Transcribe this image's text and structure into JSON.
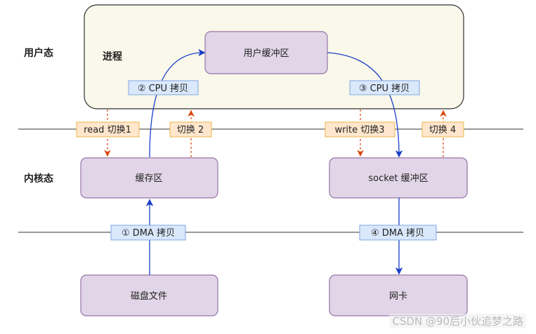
{
  "zones": {
    "user_mode": "用户态",
    "kernel_mode": "内核态",
    "process": "进程"
  },
  "boxes": {
    "user_buffer": "用户缓冲区",
    "page_cache": "缓存区",
    "socket_buffer": "socket 缓冲区",
    "disk_file": "磁盘文件",
    "nic": "网卡"
  },
  "labels": {
    "cpu_copy_2": "② CPU 拷贝",
    "cpu_copy_3": "③ CPU 拷贝",
    "switch_1": "read 切换1",
    "switch_2": "切换 2",
    "switch_3": "write 切换3",
    "switch_4": "切换 4",
    "dma_copy_1": "① DMA 拷贝",
    "dma_copy_4": "④ DMA 拷贝"
  },
  "watermark": "CSDN @90后小伙追梦之路",
  "colors": {
    "process_fill": "#f9f8ea",
    "box_fill": "#e1d5e7",
    "box_stroke": "#9673a6",
    "blue_label": "#dae8fc",
    "orange_label": "#ffe6cc",
    "blue_arrow": "#1a3fc9",
    "red_arrow": "#d9480f"
  }
}
